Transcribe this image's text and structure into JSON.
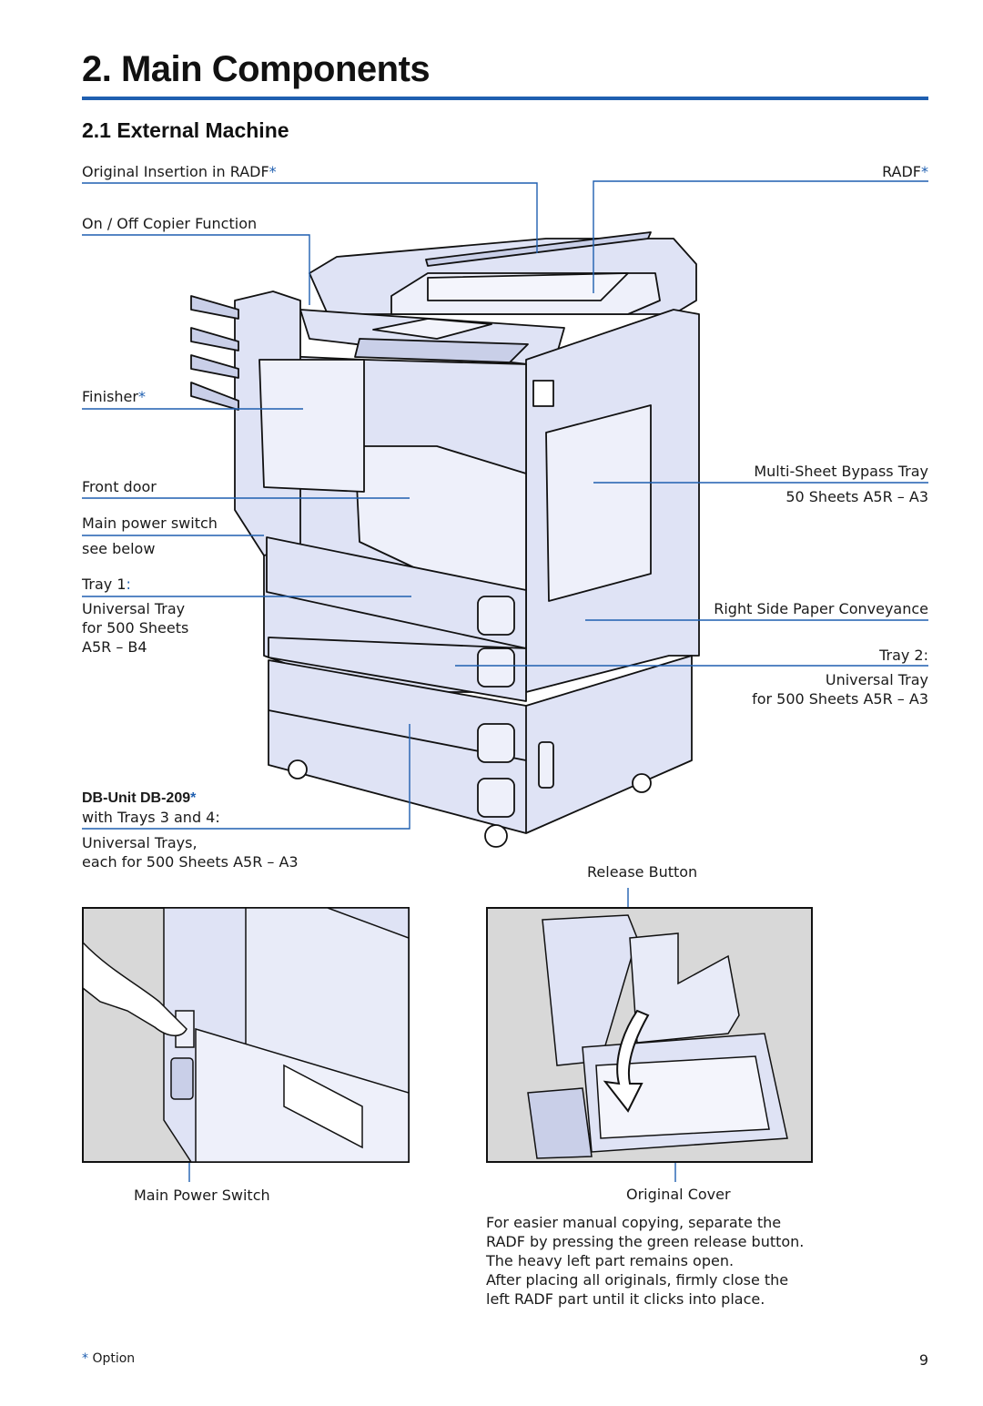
{
  "header": {
    "title": "2. Main Components",
    "subtitle": "2.1 External Machine"
  },
  "labels": {
    "original_insertion": "Original Insertion in RADF",
    "radf": "RADF",
    "on_off": "On / Off Copier Function",
    "finisher": "Finisher",
    "front_door": "Front door",
    "main_power_switch": "Main power switch",
    "see_below": "see below",
    "tray1": "Tray 1",
    "tray1_colon": ":",
    "tray1_l1": "Universal Tray",
    "tray1_l2": "for 500 Sheets",
    "tray1_l3": "A5R – B4",
    "bypass_l1": "Multi-Sheet Bypass Tray",
    "bypass_l2": "50 Sheets A5R – A3",
    "right_side": "Right Side Paper Conveyance",
    "tray2": "Tray 2:",
    "tray2_l1": "Universal Tray",
    "tray2_l2": "for 500 Sheets A5R – A3",
    "dbunit": "DB-Unit DB-209",
    "dbunit_l1": "with Trays 3 and 4:",
    "dbunit_l2": "Universal Trays,",
    "dbunit_l3": "each for 500 Sheets A5R – A3",
    "release_button": "Release Button",
    "main_power_switch_caption": "Main Power Switch",
    "original_cover": "Original Cover",
    "asterisk": "*"
  },
  "description": [
    "For easier manual copying, separate the",
    "RADF by pressing the green release button.",
    "The heavy left part remains open.",
    "After placing all originals, firmly close the",
    "left RADF part until it clicks into place."
  ],
  "footer": {
    "option_mark": "*",
    "option_label": "Option",
    "page_number": "9"
  },
  "colors": {
    "accent": "#1f5fb0",
    "machine_fill": "#dfe3f5",
    "inset_bg": "#d8d8d8"
  }
}
